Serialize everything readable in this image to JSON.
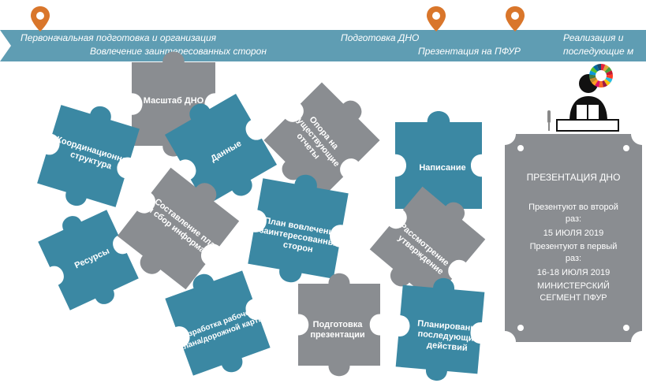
{
  "timeline": {
    "labels_top": [
      "Первоначальная подготовка и организация",
      "Подготовка ДНО",
      "Реализация и"
    ],
    "labels_bottom": [
      "Вовлечение заинтересованных сторон",
      "Презентация на ПФУР",
      "последующие м"
    ],
    "colors": {
      "banner": "#5f9db3",
      "pin": "#d9762b"
    }
  },
  "pieces": [
    {
      "label": "Масштаб ДНО",
      "color": "#8a8d91"
    },
    {
      "label": "Координационная структура",
      "color": "#3b88a3"
    },
    {
      "label": "Данные",
      "color": "#3b88a3"
    },
    {
      "label": "Опора на существующие отчеты",
      "color": "#8a8d91"
    },
    {
      "label": "Написание",
      "color": "#3b88a3"
    },
    {
      "label": "Составление плана и сбор информации",
      "color": "#8a8d91"
    },
    {
      "label": "План вовлечения заинтересованных сторон",
      "color": "#3b88a3"
    },
    {
      "label": "Рассмотрение и утверждение",
      "color": "#8a8d91"
    },
    {
      "label": "Ресурсы",
      "color": "#3b88a3"
    },
    {
      "label": "Разработка рабочего плана/дорожной карты",
      "color": "#3b88a3"
    },
    {
      "label": "Подготовка презентации",
      "color": "#8a8d91"
    },
    {
      "label": "Планирование последующих действий",
      "color": "#3b88a3"
    }
  ],
  "presentation": {
    "title": "ПРЕЗЕНТАЦИЯ ДНО",
    "second_label": "Презентуют во второй раз:",
    "second_date": "15 ИЮЛЯ 2019",
    "first_label": "Презентуют в первый раз:",
    "first_date": "16-18 ИЮЛЯ 2019",
    "segment": "МИНИСТЕРСКИЙ СЕГМЕНТ ПФУР",
    "color": "#8a8d91"
  },
  "icons": [
    "location-pin-icon",
    "speaker-at-podium-icon",
    "sdg-wheel-icon"
  ]
}
